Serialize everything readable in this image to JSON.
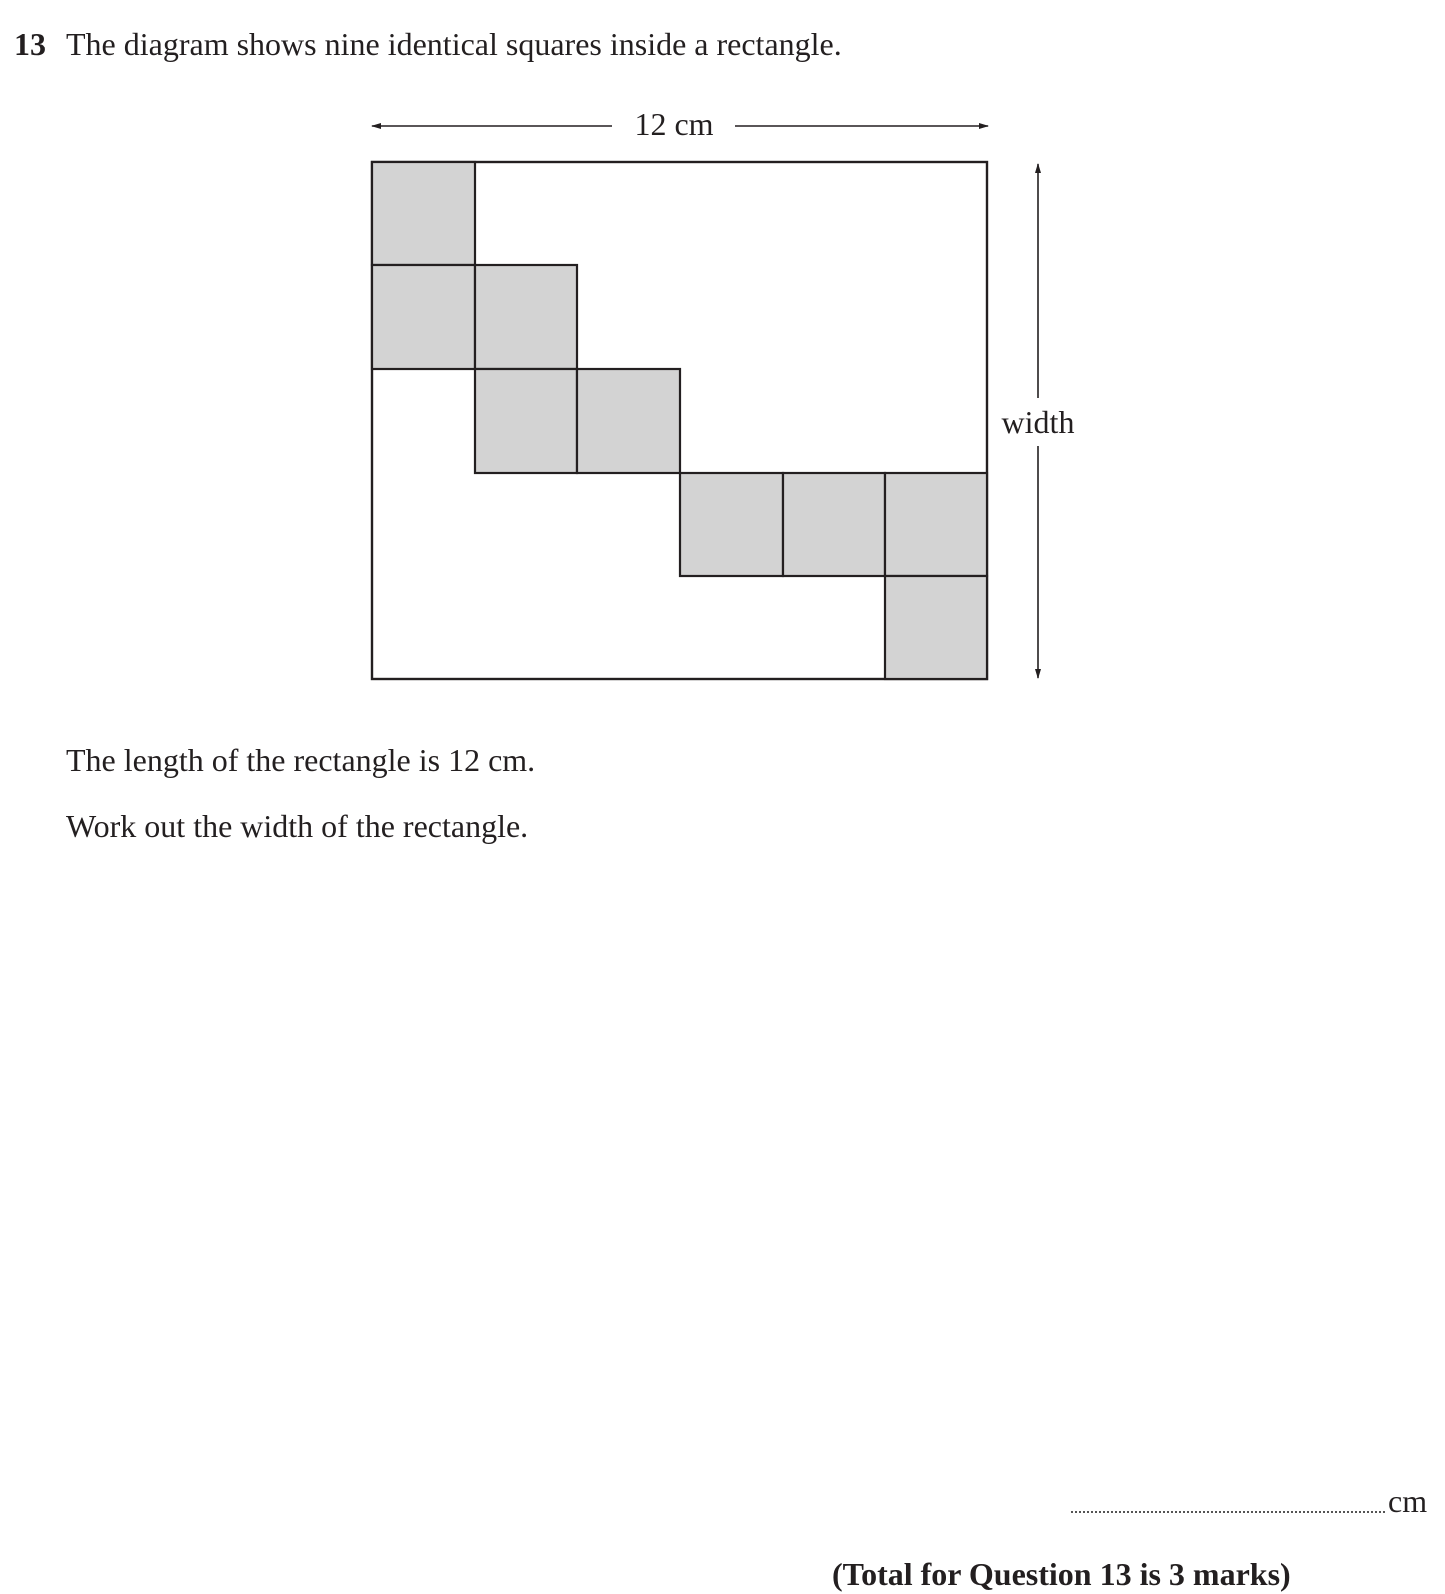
{
  "question": {
    "number": "13",
    "intro": "The diagram shows nine identical squares inside a rectangle.",
    "statement": "The length of the rectangle is 12 cm.",
    "task": "Work out the width of the rectangle."
  },
  "diagram": {
    "length_label": "12 cm",
    "width_label": "width",
    "square_fill": "#d3d3d3",
    "square_count": 9
  },
  "answer": {
    "unit": "cm"
  },
  "total": "(Total for Question 13 is 3 marks)"
}
